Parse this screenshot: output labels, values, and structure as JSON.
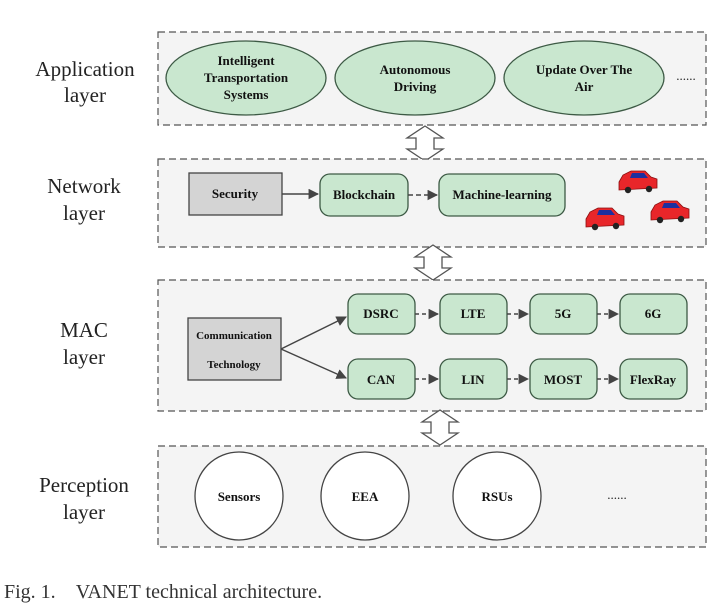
{
  "layers": {
    "application": {
      "label_line1": "Application",
      "label_line2": "layer",
      "items": [
        [
          "Intelligent",
          "Transportation",
          "Systems"
        ],
        [
          "Autonomous",
          "Driving"
        ],
        [
          "Update Over The",
          "Air"
        ]
      ],
      "ellipsis": "......"
    },
    "network": {
      "label_line1": "Network",
      "label_line2": "layer",
      "security": "Security",
      "blockchain": "Blockchain",
      "machine_learning": "Machine-learning"
    },
    "mac": {
      "label_line1": "MAC",
      "label_line2": "layer",
      "comm_line1": "Communication",
      "comm_line2": "Technology",
      "row1": [
        "DSRC",
        "LTE",
        "5G",
        "6G"
      ],
      "row2": [
        "CAN",
        "LIN",
        "MOST",
        "FlexRay"
      ]
    },
    "perception": {
      "label_line1": "Perception",
      "label_line2": "layer",
      "items": [
        "Sensors",
        "EEA",
        "RSUs"
      ],
      "ellipsis": "......"
    }
  },
  "caption": {
    "figure": "Fig. 1.",
    "text": "VANET technical architecture."
  },
  "colors": {
    "node_fill": "#c9e7cf",
    "node_stroke": "#3d5a45",
    "gray_box": "#d4d4d4",
    "panel_fill": "#f4f4f4",
    "car_red": "#e8262a",
    "car_blue": "#1c2fa0"
  }
}
